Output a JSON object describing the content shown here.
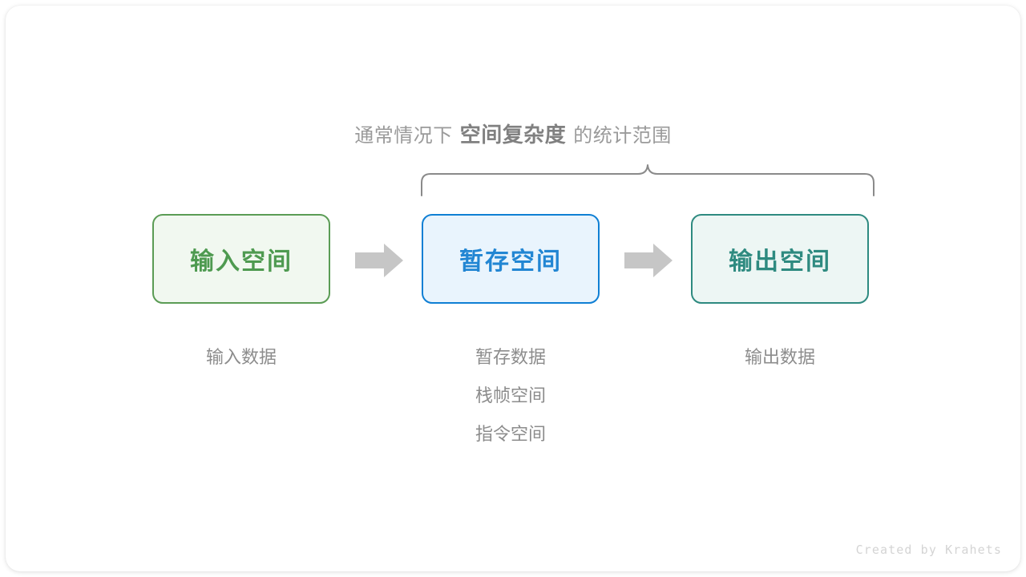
{
  "canvas": {
    "background": "#ffffff",
    "card_background": "#ffffff"
  },
  "brace_caption": {
    "prefix": "通常情况下",
    "emphasis": "空间复杂度",
    "suffix": "的统计范围",
    "color": "#9a9a9a",
    "emphasis_color": "#808080"
  },
  "brace": {
    "name": "curly-brace",
    "color": "#8a8a8a",
    "spans_boxes": [
      "暂存空间",
      "输出空间"
    ]
  },
  "stages": [
    {
      "id": "input",
      "box_label": "输入空间",
      "border_color": "#5b9c55",
      "fill_color": "#f1f8f0",
      "text_color": "#4e9a50",
      "captions": [
        "输入数据"
      ]
    },
    {
      "id": "temp",
      "box_label": "暂存空间",
      "border_color": "#0f7fd4",
      "fill_color": "#e9f4fd",
      "text_color": "#2286d3",
      "captions": [
        "暂存数据",
        "栈帧空间",
        "指令空间"
      ]
    },
    {
      "id": "output",
      "box_label": "输出空间",
      "border_color": "#2e8a80",
      "fill_color": "#edf6f4",
      "text_color": "#2e8a80",
      "captions": [
        "输出数据"
      ]
    }
  ],
  "arrows": [
    {
      "id": "arrow-input-to-temp",
      "icon": "right-arrow-icon",
      "color": "#c6c6c6"
    },
    {
      "id": "arrow-temp-to-output",
      "icon": "right-arrow-icon",
      "color": "#c6c6c6"
    }
  ],
  "credit": {
    "text": "Created by Krahets",
    "color": "#d4d4d4"
  }
}
